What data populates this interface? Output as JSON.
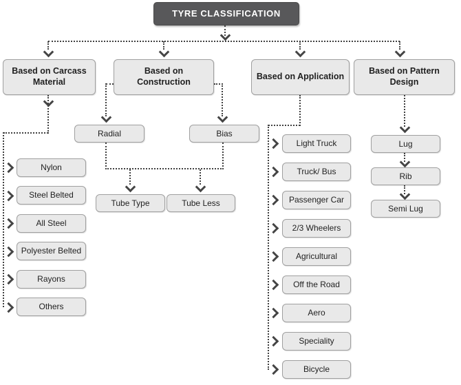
{
  "title": "TYRE CLASSIFICATION",
  "branches": [
    {
      "label": "Based on Carcass Material",
      "items": [
        "Nylon",
        "Steel Belted",
        "All Steel",
        "Polyester Belted",
        "Rayons",
        "Others"
      ]
    },
    {
      "label": "Based on Construction",
      "items": [
        "Radial",
        "Bias"
      ],
      "sub_items": [
        "Tube Type",
        "Tube Less"
      ]
    },
    {
      "label": "Based on Application",
      "items": [
        "Light Truck",
        "Truck/ Bus",
        "Passenger Car",
        "2/3 Wheelers",
        "Agricultural",
        "Off the Road",
        "Aero",
        "Speciality",
        "Bicycle"
      ]
    },
    {
      "label": "Based on Pattern Design",
      "items": [
        "Lug",
        "Rib",
        "Semi Lug"
      ]
    }
  ],
  "colors": {
    "background": "#ffffff",
    "node_fill": "#e9e9e9",
    "node_border": "#9f9f9f",
    "title_fill": "#58585a",
    "title_text": "#ffffff",
    "connector": "#3f3f3f",
    "text": "#1f1f1f"
  }
}
